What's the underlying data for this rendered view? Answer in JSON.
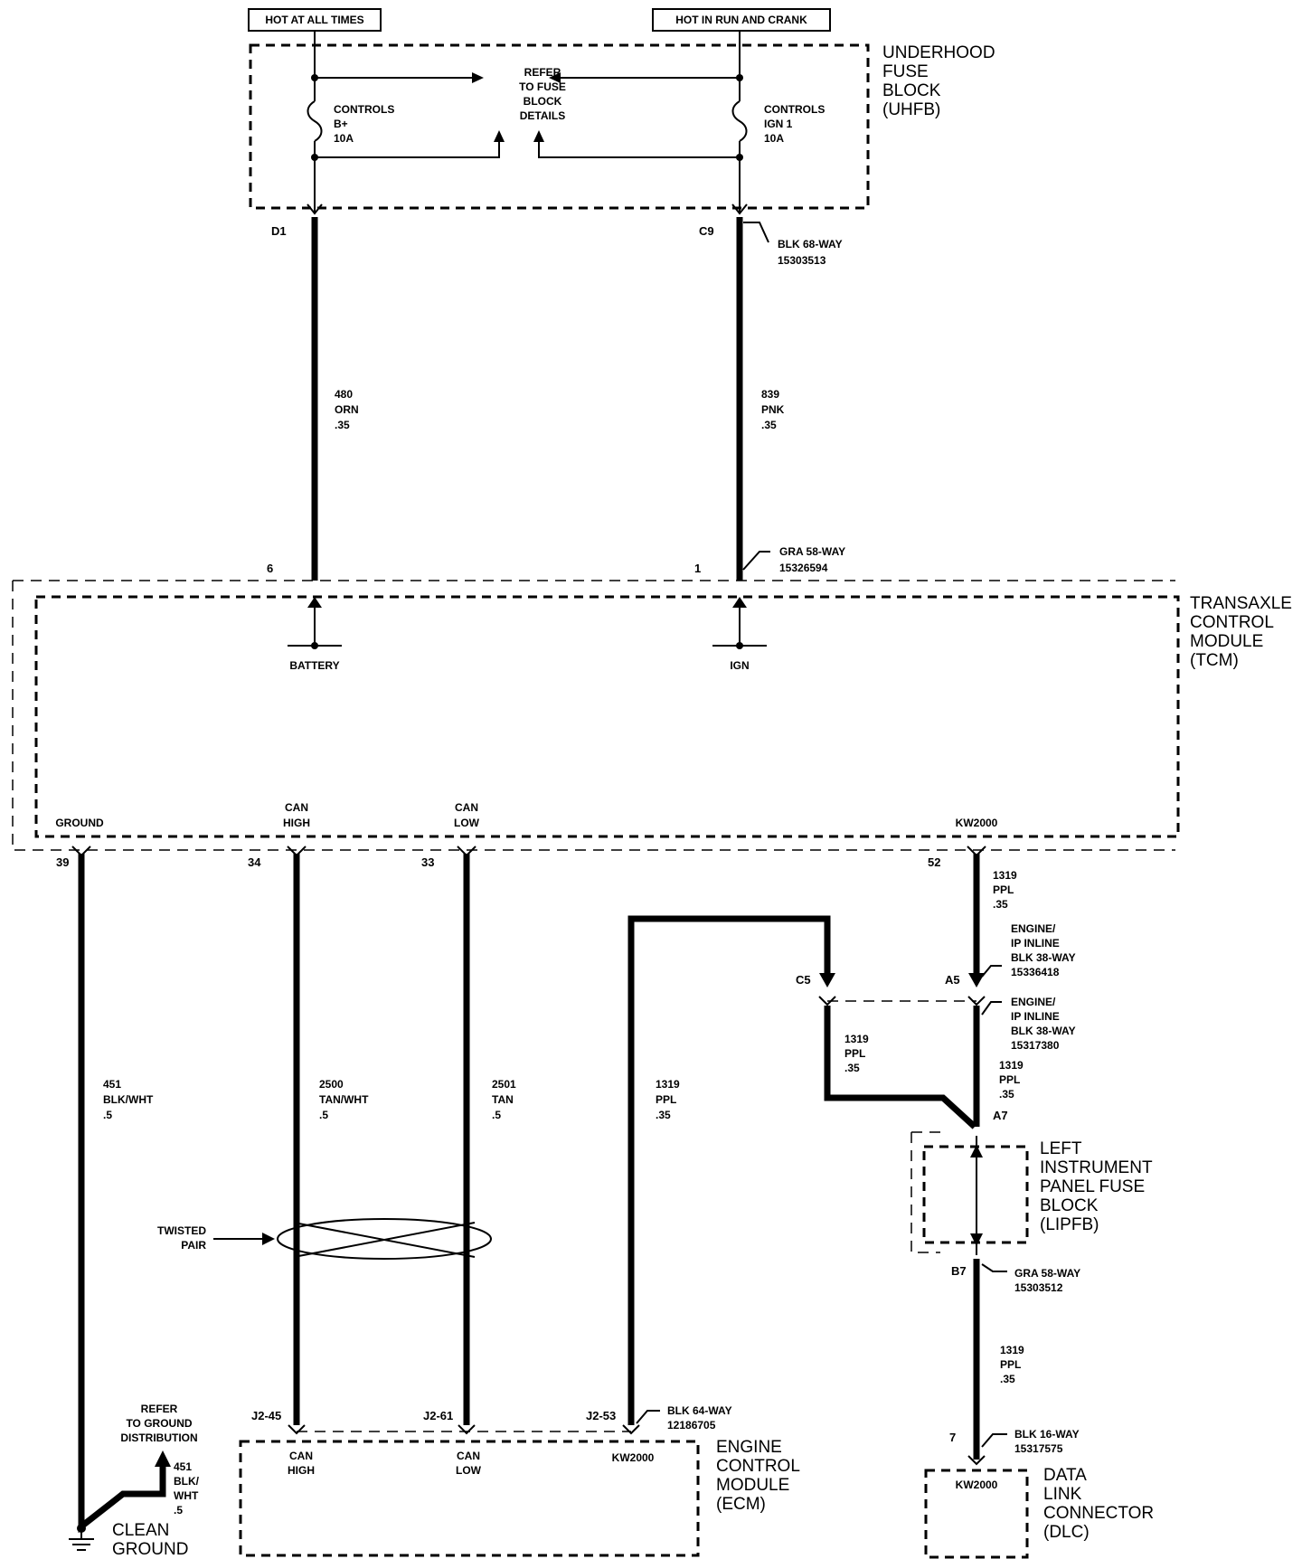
{
  "power": {
    "hot_at_all_times": "HOT AT ALL TIMES",
    "hot_in_run_crank": "HOT IN RUN AND CRANK"
  },
  "uhfb": {
    "line1": "UNDERHOOD",
    "line2": "FUSE",
    "line3": "BLOCK",
    "line4": "(UHFB)",
    "refer": [
      "REFER",
      "TO FUSE",
      "BLOCK",
      "DETAILS"
    ],
    "fuse_left": [
      "CONTROLS",
      "B+",
      "10A"
    ],
    "fuse_right": [
      "CONTROLS",
      "IGN 1",
      "10A"
    ],
    "pin_left": "D1",
    "pin_right": "C9",
    "conn": [
      "BLK 68-WAY",
      "15303513"
    ]
  },
  "wires_top": {
    "left": [
      "480",
      "ORN",
      ".35"
    ],
    "right": [
      "839",
      "PNK",
      ".35"
    ]
  },
  "tcm": {
    "line1": "TRANSAXLE",
    "line2": "CONTROL",
    "line3": "MODULE",
    "line4": "(TCM)",
    "pin6": "6",
    "pin1": "1",
    "conn": [
      "GRA 58-WAY",
      "15326594"
    ],
    "battery": "BATTERY",
    "ign": "IGN",
    "ground": "GROUND",
    "can_high": [
      "CAN",
      "HIGH"
    ],
    "can_low": [
      "CAN",
      "LOW"
    ],
    "kw2000": "KW2000",
    "pin39": "39",
    "pin34": "34",
    "pin33": "33",
    "pin52": "52"
  },
  "wires_mid": {
    "w451": [
      "451",
      "BLK/WHT",
      ".5"
    ],
    "w2500": [
      "2500",
      "TAN/WHT",
      ".5"
    ],
    "w2501": [
      "2501",
      "TAN",
      ".5"
    ],
    "w1319a": [
      "1319",
      "PPL",
      ".35"
    ],
    "w1319b": [
      "1319",
      "PPL",
      ".35"
    ],
    "w1319c": [
      "1319",
      "PPL",
      ".35"
    ],
    "w1319d": [
      "1319",
      "PPL",
      ".35"
    ],
    "w1319e": [
      "1319",
      "PPL",
      ".35"
    ]
  },
  "inline": {
    "upper": [
      "ENGINE/",
      "IP INLINE",
      "BLK 38-WAY",
      "15336418"
    ],
    "lower": [
      "ENGINE/",
      "IP INLINE",
      "BLK 38-WAY",
      "15317380"
    ],
    "c5": "C5",
    "a5": "A5",
    "a7": "A7"
  },
  "twisted": [
    "TWISTED",
    "PAIR"
  ],
  "lipfb": {
    "line1": "LEFT",
    "line2": "INSTRUMENT",
    "line3": "PANEL FUSE",
    "line4": "BLOCK",
    "line5": "(LIPFB)",
    "pin": "B7",
    "conn": [
      "GRA 58-WAY",
      "15303512"
    ]
  },
  "ecm": {
    "line1": "ENGINE",
    "line2": "CONTROL",
    "line3": "MODULE",
    "line4": "(ECM)",
    "j245": "J2-45",
    "j261": "J2-61",
    "j253": "J2-53",
    "conn": [
      "BLK 64-WAY",
      "12186705"
    ],
    "can_high": [
      "CAN",
      "HIGH"
    ],
    "can_low": [
      "CAN",
      "LOW"
    ],
    "kw2000": "KW2000"
  },
  "ground": {
    "refer": [
      "REFER",
      "TO GROUND",
      "DISTRIBUTION"
    ],
    "wire": [
      "451",
      "BLK/",
      "WHT",
      ".5"
    ],
    "label1": "CLEAN",
    "label2": "GROUND"
  },
  "dlc": {
    "line1": "DATA",
    "line2": "LINK",
    "line3": "CONNECTOR",
    "line4": "(DLC)",
    "pin": "7",
    "conn": [
      "BLK 16-WAY",
      "15317575"
    ],
    "kw2000": "KW2000"
  }
}
